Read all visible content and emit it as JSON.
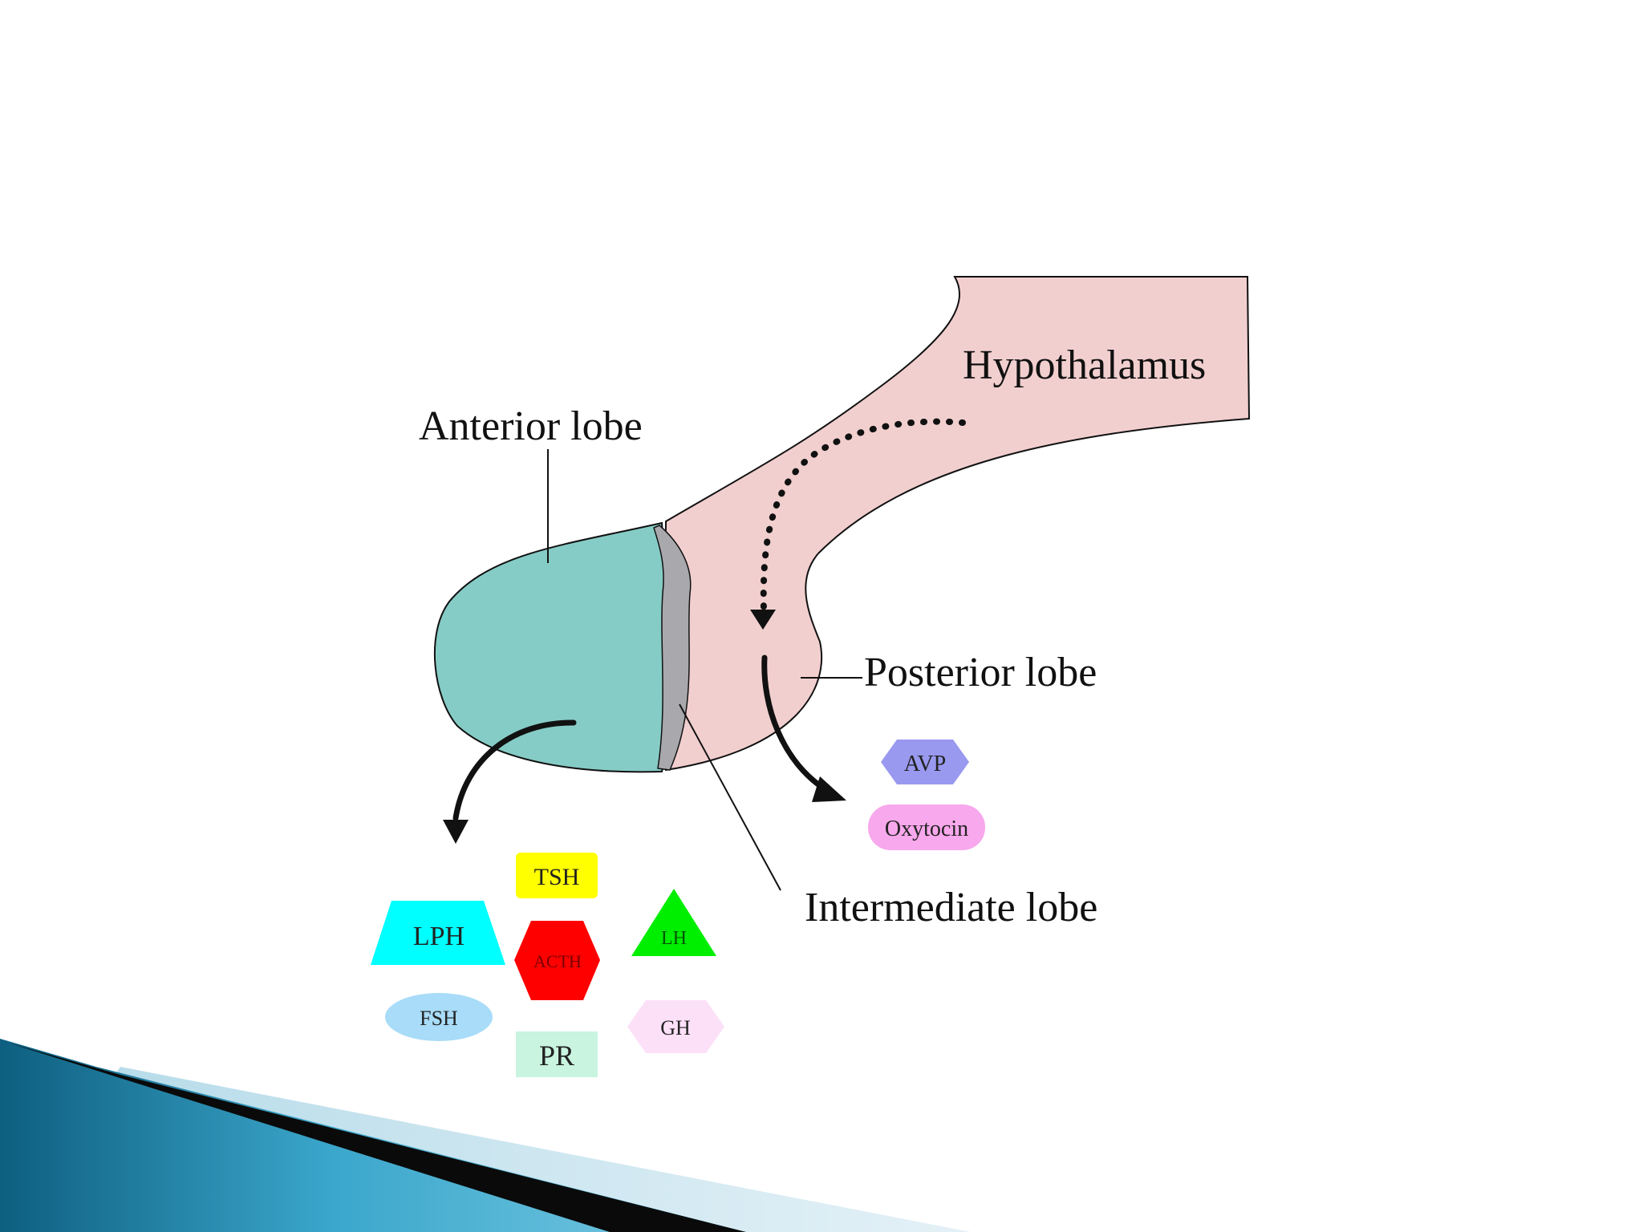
{
  "labels": {
    "hypothalamus": "Hypothalamus",
    "anterior_lobe": "Anterior lobe",
    "posterior_lobe": "Posterior lobe",
    "intermediate_lobe": "Intermediate lobe"
  },
  "anterior_hormones": {
    "tsh": "TSH",
    "lph": "LPH",
    "acth": "ACTH",
    "lh": "LH",
    "fsh": "FSH",
    "pr": "PR",
    "gh": "GH"
  },
  "posterior_hormones": {
    "avp": "AVP",
    "oxytocin": "Oxytocin"
  },
  "colors": {
    "anterior": "#86ccc6",
    "posterior": "#f2cfcf",
    "intermediate": "#a9a9ad",
    "tsh": "#ffff00",
    "lph": "#00ffff",
    "acth": "#ff0000",
    "lh": "#00ee00",
    "fsh": "#a8dcf8",
    "pr": "#c8f4e0",
    "gh": "#fce0f8",
    "avp": "#9999f0",
    "oxytocin": "#f8a8ec"
  }
}
